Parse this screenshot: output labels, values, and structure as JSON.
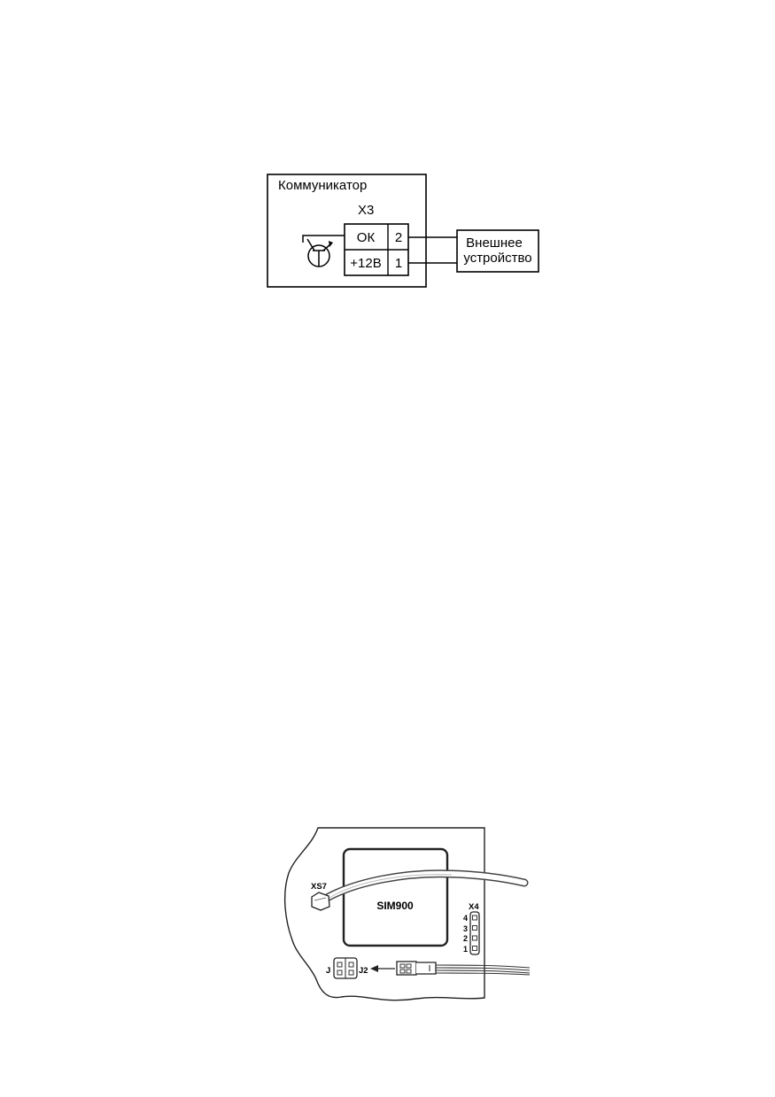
{
  "wiring_diagram": {
    "device_label": "Коммуникатор",
    "connector_label": "X3",
    "terminals": [
      {
        "name": "ОК",
        "number": "2"
      },
      {
        "name": "+12В",
        "number": "1"
      }
    ],
    "external_device": {
      "line1": "Внешнее",
      "line2": "устройство"
    }
  },
  "board_drawing": {
    "chip_label": "SIM900",
    "antenna_connector_label": "XS7",
    "header_label": "X4",
    "header_pins": [
      "4",
      "3",
      "2",
      "1"
    ],
    "jumper_label_left": "J",
    "jumper_label_right": "J2"
  }
}
